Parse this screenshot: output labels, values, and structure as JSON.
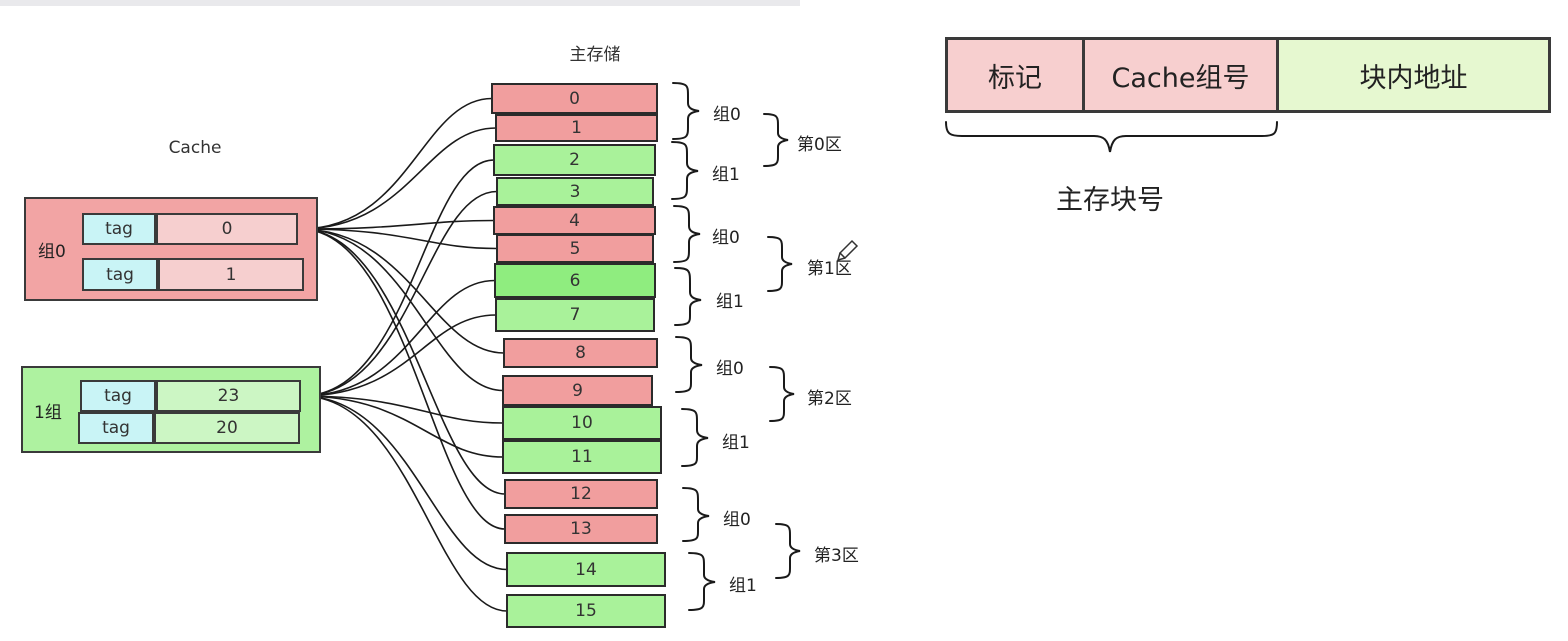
{
  "cache": {
    "title": "Cache",
    "sets": [
      {
        "label": "组0",
        "lines": [
          {
            "tag": "tag",
            "value": "0"
          },
          {
            "tag": "tag",
            "value": "1"
          }
        ]
      },
      {
        "label": "1组",
        "lines": [
          {
            "tag": "tag",
            "value": "23"
          },
          {
            "tag": "tag",
            "value": "20"
          }
        ]
      }
    ]
  },
  "memory": {
    "title": "主存储",
    "blocks": [
      "0",
      "1",
      "2",
      "3",
      "4",
      "5",
      "6",
      "7",
      "8",
      "9",
      "10",
      "11",
      "12",
      "13",
      "14",
      "15"
    ],
    "group_labels": [
      "组0",
      "组1",
      "组0",
      "组1",
      "组0",
      "组1",
      "组0",
      "组1"
    ],
    "zone_labels": [
      "第0区",
      "第1区",
      "第2区",
      "第3区"
    ]
  },
  "address_format": {
    "fields": [
      "标记",
      "Cache组号",
      "块内地址"
    ],
    "brace_label": "主存块号"
  },
  "colors": {
    "set0": "#f2a4a4",
    "set1": "#aef2a0",
    "cell_cyan": "#c9f4f6",
    "tag_field": "#f7cfcf",
    "offset_field": "#e6f8d0"
  }
}
